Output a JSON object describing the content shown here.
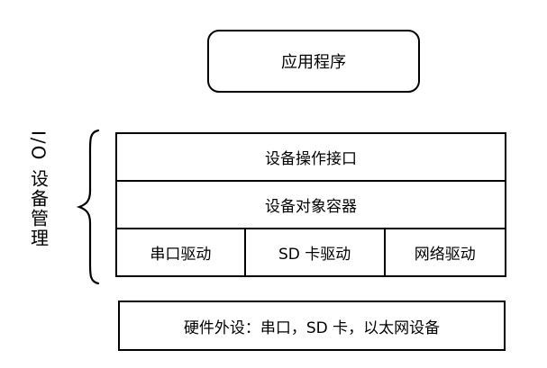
{
  "diagram": {
    "title_box": {
      "label": "应用程序"
    },
    "side_label": {
      "text": "I/O 设备管理"
    },
    "stack": {
      "rows": [
        {
          "label": "设备操作接口"
        },
        {
          "label": "设备对象容器"
        }
      ],
      "drivers": [
        {
          "label": "串口驱动"
        },
        {
          "label": "SD 卡驱动"
        },
        {
          "label": "网络驱动"
        }
      ]
    },
    "hardware_box": {
      "label": "硬件外设：串口，SD 卡，以太网设备"
    },
    "colors": {
      "border": "#000000",
      "text": "#000000",
      "background": "#ffffff"
    }
  }
}
